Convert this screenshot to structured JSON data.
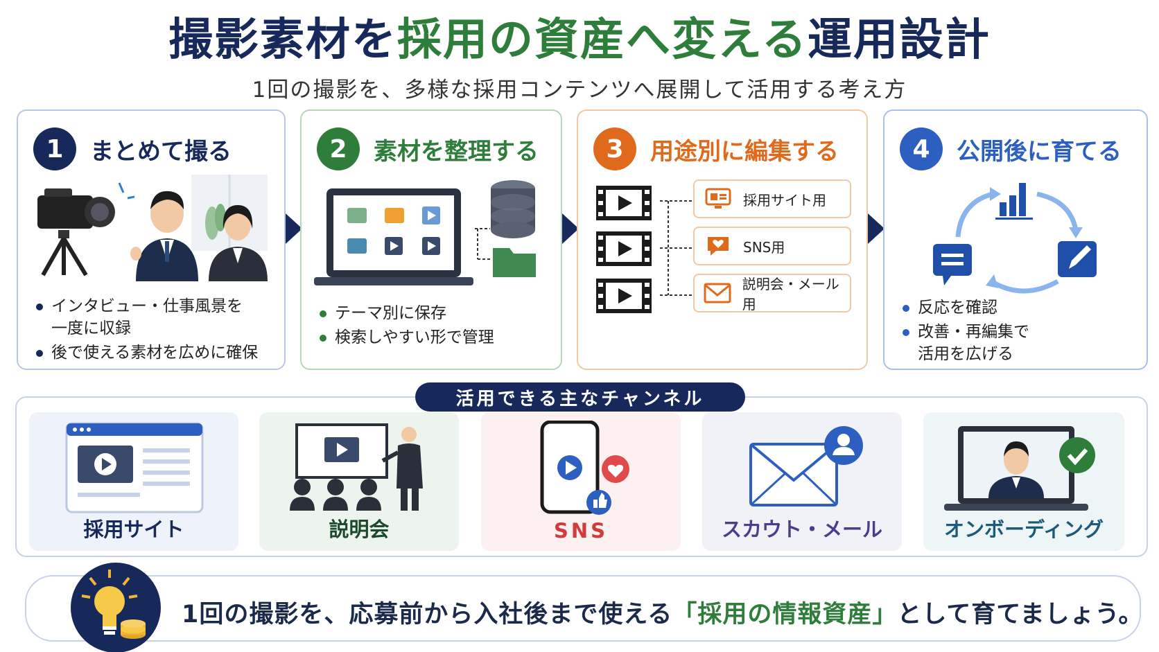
{
  "header": {
    "title_part1": "撮影素材を",
    "title_highlight": "採用の資産へ変える",
    "title_part2": "運用設計",
    "subtitle": "1回の撮影を、多様な採用コンテンツへ展開して活用する考え方"
  },
  "steps": [
    {
      "number": "1",
      "title": "まとめて撮る",
      "bullets": [
        "インタビュー・仕事風景を",
        "一度に収録",
        "後で使える素材を広めに確保"
      ]
    },
    {
      "number": "2",
      "title": "素材を整理する",
      "bullets": [
        "テーマ別に保存",
        "検索しやすい形で管理"
      ]
    },
    {
      "number": "3",
      "title": "用途別に編集する",
      "uses": [
        "採用サイト用",
        "SNS用",
        "説明会・メール用"
      ]
    },
    {
      "number": "4",
      "title": "公開後に育てる",
      "bullets": [
        "反応を確認",
        "改善・再編集で",
        "活用を広げる"
      ]
    }
  ],
  "channels": {
    "label": "活用できる主なチャンネル",
    "items": [
      "採用サイト",
      "説明会",
      "SNS",
      "スカウト・メール",
      "オンボーディング"
    ]
  },
  "footer": {
    "msg_part1": "1回の撮影を、応募前から入社後まで使える",
    "msg_highlight": "「採用の情報資産」",
    "msg_part2": "として育てましょう。"
  },
  "colors": {
    "navy": "#16295a",
    "green": "#2e7d3a",
    "orange": "#e06a1c",
    "blue": "#2c5fbf"
  }
}
